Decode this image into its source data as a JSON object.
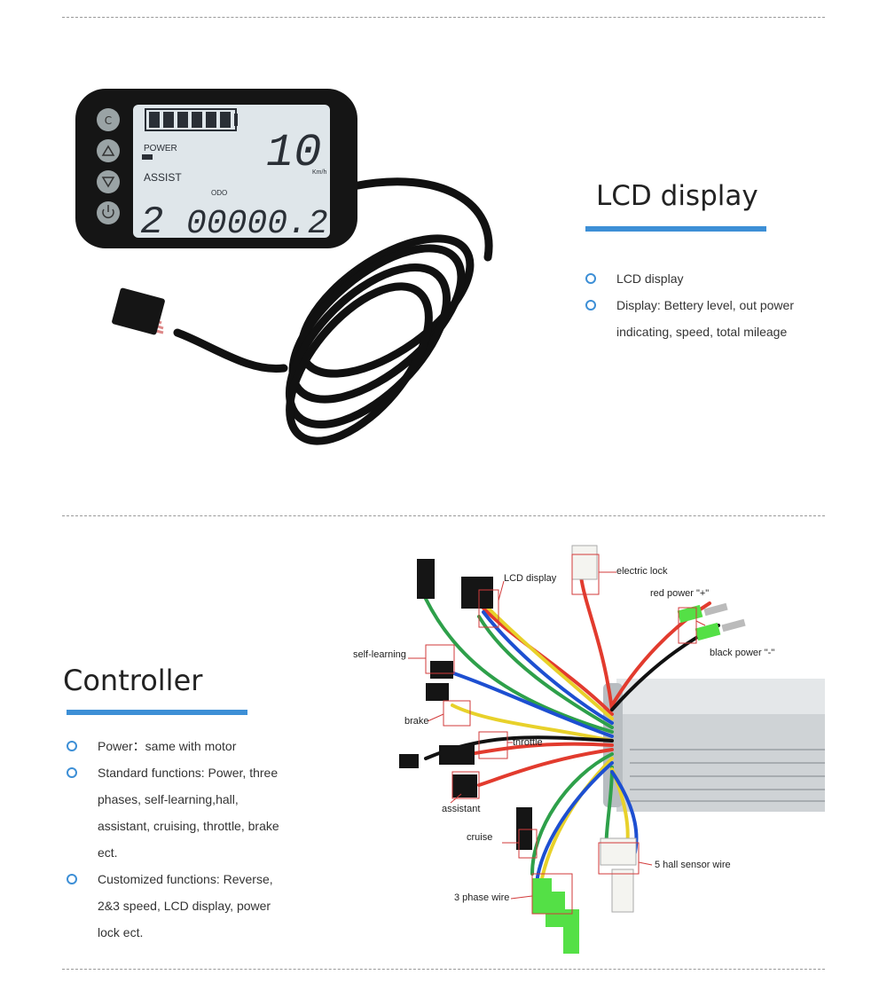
{
  "lcd_section": {
    "title": "LCD display",
    "bullets": [
      "LCD display",
      "Display: Bettery level, out power indicating, speed, total mileage"
    ],
    "photo": {
      "speed": "10",
      "speed_unit": "Km/h",
      "power_label": "POWER",
      "assist_label": "ASSIST",
      "assist_level": "2",
      "odo_label": "ODO",
      "odo_value": "00000.2",
      "button_icons": [
        "c-button-icon",
        "up-arrow-icon",
        "down-arrow-icon",
        "power-icon"
      ]
    }
  },
  "controller_section": {
    "title": "Controller",
    "bullets": [
      "Power：same with motor",
      "Standard functions: Power, three phases, self-learning,hall, assistant, cruising, throttle, brake ect.",
      "Customized functions: Reverse, 2&3 speed, LCD display, power lock ect."
    ],
    "diagram_labels": {
      "lcd_display": "LCD display",
      "electric_lock": "electric lock",
      "red_power": "red power \"+\"",
      "black_power": "black power \"-\"",
      "self_learning": "self-learning",
      "brake": "brake",
      "throttle": "throttle",
      "assistant": "assistant",
      "cruise": "cruise",
      "hall_sensor": "5 hall sensor wire",
      "phase_wire": "3 phase wire"
    }
  },
  "colors": {
    "accent": "#3d8fd6",
    "callout_red": "#d23a3a"
  }
}
